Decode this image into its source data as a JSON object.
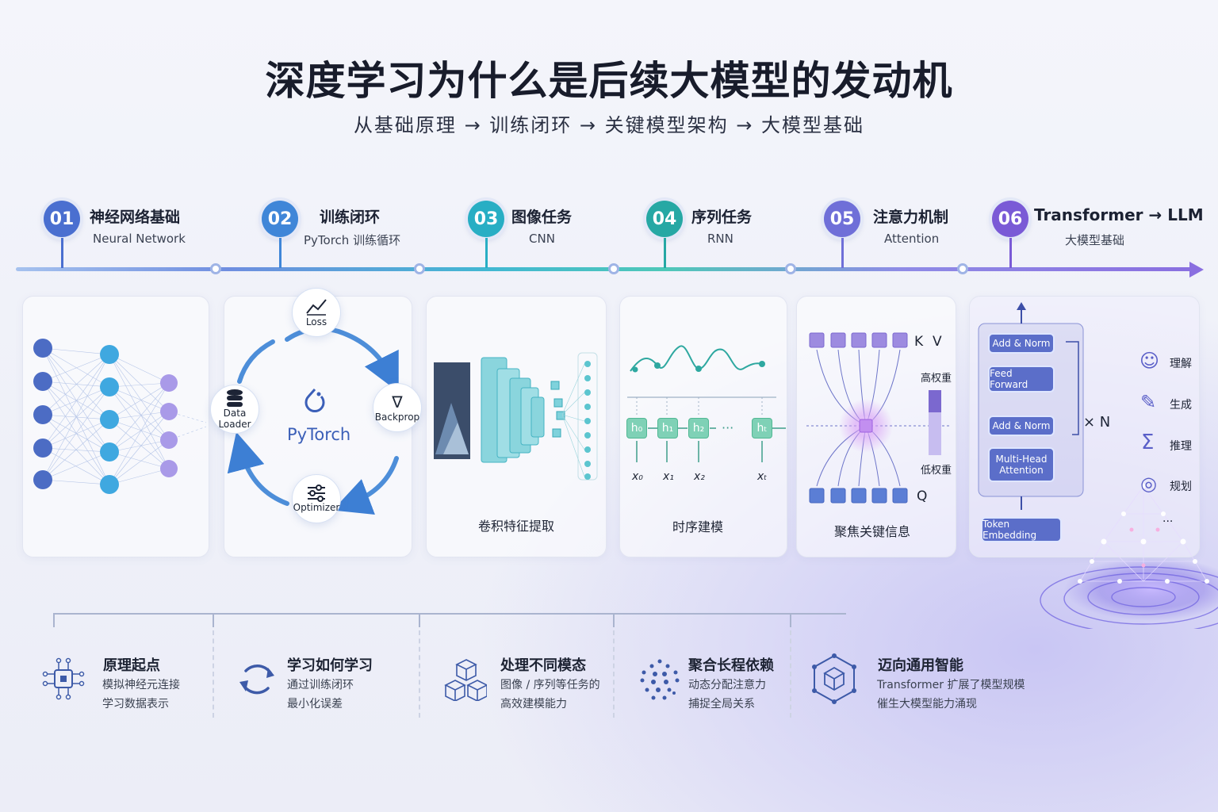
{
  "title": "深度学习为什么是后续大模型的发动机",
  "subtitle": "从基础原理 → 训练闭环 → 关键模型架构 → 大模型基础",
  "stages": [
    {
      "num": "01",
      "title": "神经网络基础",
      "sub": "Neural Network",
      "color": "#4a6fd0"
    },
    {
      "num": "02",
      "title": "训练闭环",
      "sub": "PyTorch 训练循环",
      "color": "#3f86d8"
    },
    {
      "num": "03",
      "title": "图像任务",
      "sub": "CNN",
      "color": "#28aec4"
    },
    {
      "num": "04",
      "title": "序列任务",
      "sub": "RNN",
      "color": "#26a8a4"
    },
    {
      "num": "05",
      "title": "注意力机制",
      "sub": "Attention",
      "color": "#6f6fd8"
    },
    {
      "num": "06",
      "title": "Transformer → LLM",
      "sub": "大模型基础",
      "color": "#7a5ad6"
    }
  ],
  "loop": {
    "loss": "Loss",
    "data_loader_1": "Data",
    "data_loader_2": "Loader",
    "backprop": "Backprop",
    "optimizer": "Optimizer",
    "center": "PyTorch"
  },
  "cnn": {
    "caption": "卷积特征提取"
  },
  "rnn": {
    "caption": "时序建模",
    "h": [
      "h₀",
      "h₁",
      "h₂",
      "hₜ"
    ],
    "x": [
      "x₀",
      "x₁",
      "x₂",
      "xₜ"
    ],
    "dots": "···"
  },
  "attention": {
    "caption": "聚焦关键信息",
    "k": "K",
    "v": "V",
    "q": "Q",
    "high": "高权重",
    "low": "低权重"
  },
  "transformer": {
    "blocks": [
      "Add & Norm",
      "Feed Forward",
      "Add & Norm",
      "Multi-Head Attention",
      "Token Embedding"
    ],
    "times_n": "× N",
    "abilities": [
      "理解",
      "生成",
      "推理",
      "规划"
    ],
    "more": "..."
  },
  "bottom": [
    {
      "title": "原理起点",
      "lines": [
        "模拟神经元连接",
        "学习数据表示"
      ]
    },
    {
      "title": "学习如何学习",
      "lines": [
        "通过训练闭环",
        "最小化误差"
      ]
    },
    {
      "title": "处理不同模态",
      "lines": [
        "图像 / 序列等任务的",
        "高效建模能力"
      ]
    },
    {
      "title": "聚合长程依赖",
      "lines": [
        "动态分配注意力",
        "捕捉全局关系"
      ]
    },
    {
      "title": "迈向通用智能",
      "lines": [
        "Transformer 扩展了模型规模",
        "催生大模型能力涌现"
      ]
    }
  ]
}
